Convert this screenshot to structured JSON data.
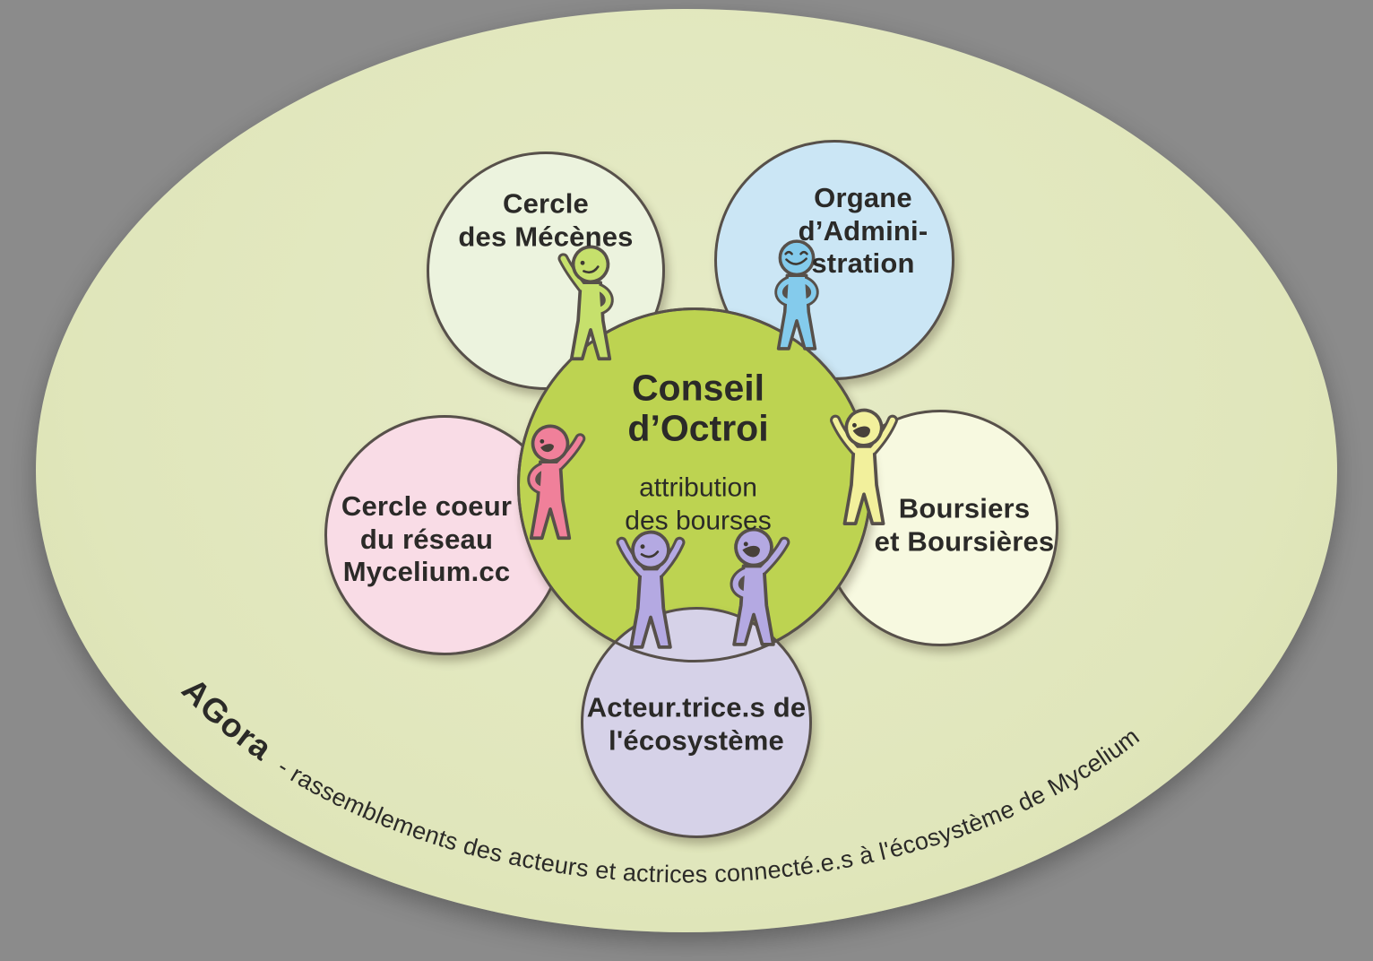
{
  "agora": {
    "bold": "AGora",
    "rest": "- rassemblements des acteurs et actrices connecté.e.s à l'écosystème de Mycelium"
  },
  "center": {
    "title": "Conseil\nd’Octroi",
    "subtitle": "attribution\ndes bourses"
  },
  "circles": {
    "mecenes": {
      "label": "Cercle\ndes Mécènes"
    },
    "administration": {
      "label": "Organe\nd’Admini-\nstration"
    },
    "coeur": {
      "label": "Cercle coeur\ndu réseau\nMycelium.cc"
    },
    "boursiers": {
      "label": "Boursiers\net Boursières"
    },
    "acteurs": {
      "label": "Acteur.trice.s de\nl'écosystème"
    }
  },
  "colors": {
    "background": "#8b8b8b",
    "agora_ellipse": "#e0e6bb",
    "outline": "#57504a",
    "text": "#2b2a28",
    "center_circle": "#bdd351",
    "circle_mecenes": "#ecf3de",
    "circle_administration": "#cbe6f5",
    "circle_coeur": "#f9dce6",
    "circle_boursiers": "#f7f9e0",
    "circle_acteurs": "#d6d2e8",
    "figure_green": "#c6e06c",
    "figure_blue": "#84cbec",
    "figure_pink": "#f0809a",
    "figure_yellow": "#f2f09c",
    "figure_purple": "#b4a9e2"
  }
}
